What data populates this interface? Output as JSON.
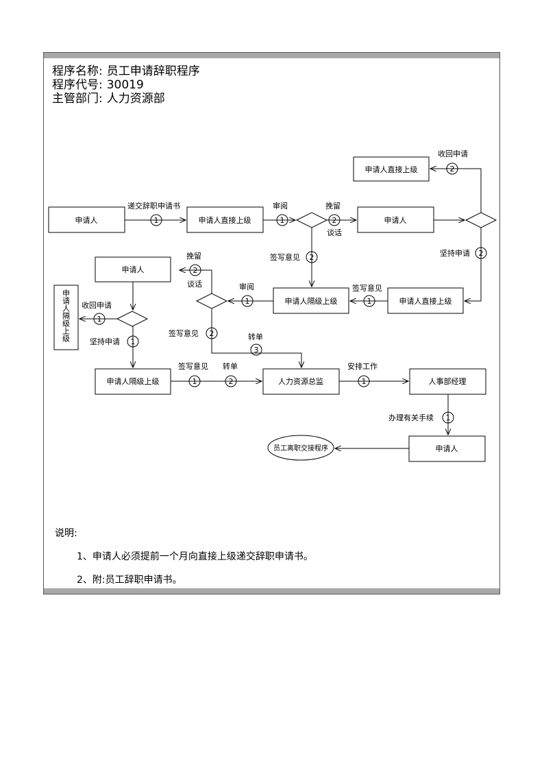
{
  "header": {
    "name_label": "程序名称:",
    "name_value": "员工申请辞职程序",
    "code_label": "程序代号:",
    "code_value": "30019",
    "dept_label": "主管部门:",
    "dept_value": "人力资源部"
  },
  "boxes": {
    "applicant_1": "申请人",
    "direct_sup_1": "申请人直接上级",
    "applicant_2": "申请人",
    "direct_sup_top": "申请人直接上级",
    "applicant_3": "申请人",
    "skip_sup_1": "申请人隔级上级",
    "direct_sup_2": "申请人直接上级",
    "skip_sup_vertical": "申请人隔级上级",
    "skip_sup_2": "申请人隔级上级",
    "hr_director": "人力资源总监",
    "hr_manager": "人事部经理",
    "applicant_4": "申请人",
    "end_oval": "员工离职交接程序"
  },
  "edges": {
    "submit": "递交辞职申请书",
    "review_1": "审阅",
    "retain_1": "挽留",
    "talk_1": "谈话",
    "withdraw_1": "收回申请",
    "insist_1": "坚持申请",
    "sign_1": "签写意见",
    "sign_2": "签写意见",
    "review_2": "审阅",
    "retain_2": "挽留",
    "talk_2": "谈话",
    "withdraw_2": "收回申请",
    "sign_3": "签写意见",
    "insist_2": "坚持申请",
    "transfer_1": "转单",
    "sign_4": "签写意见",
    "transfer_2": "转单",
    "arrange": "安排工作",
    "procedures": "办理有关手续"
  },
  "nums": {
    "one": "1",
    "two": "2",
    "three": "3"
  },
  "notes": {
    "title": "说明:",
    "item1": "1、申请人必须提前一个月向直接上级递交辞职申请书。",
    "item2": "2、附:员工辞职申请书。"
  }
}
